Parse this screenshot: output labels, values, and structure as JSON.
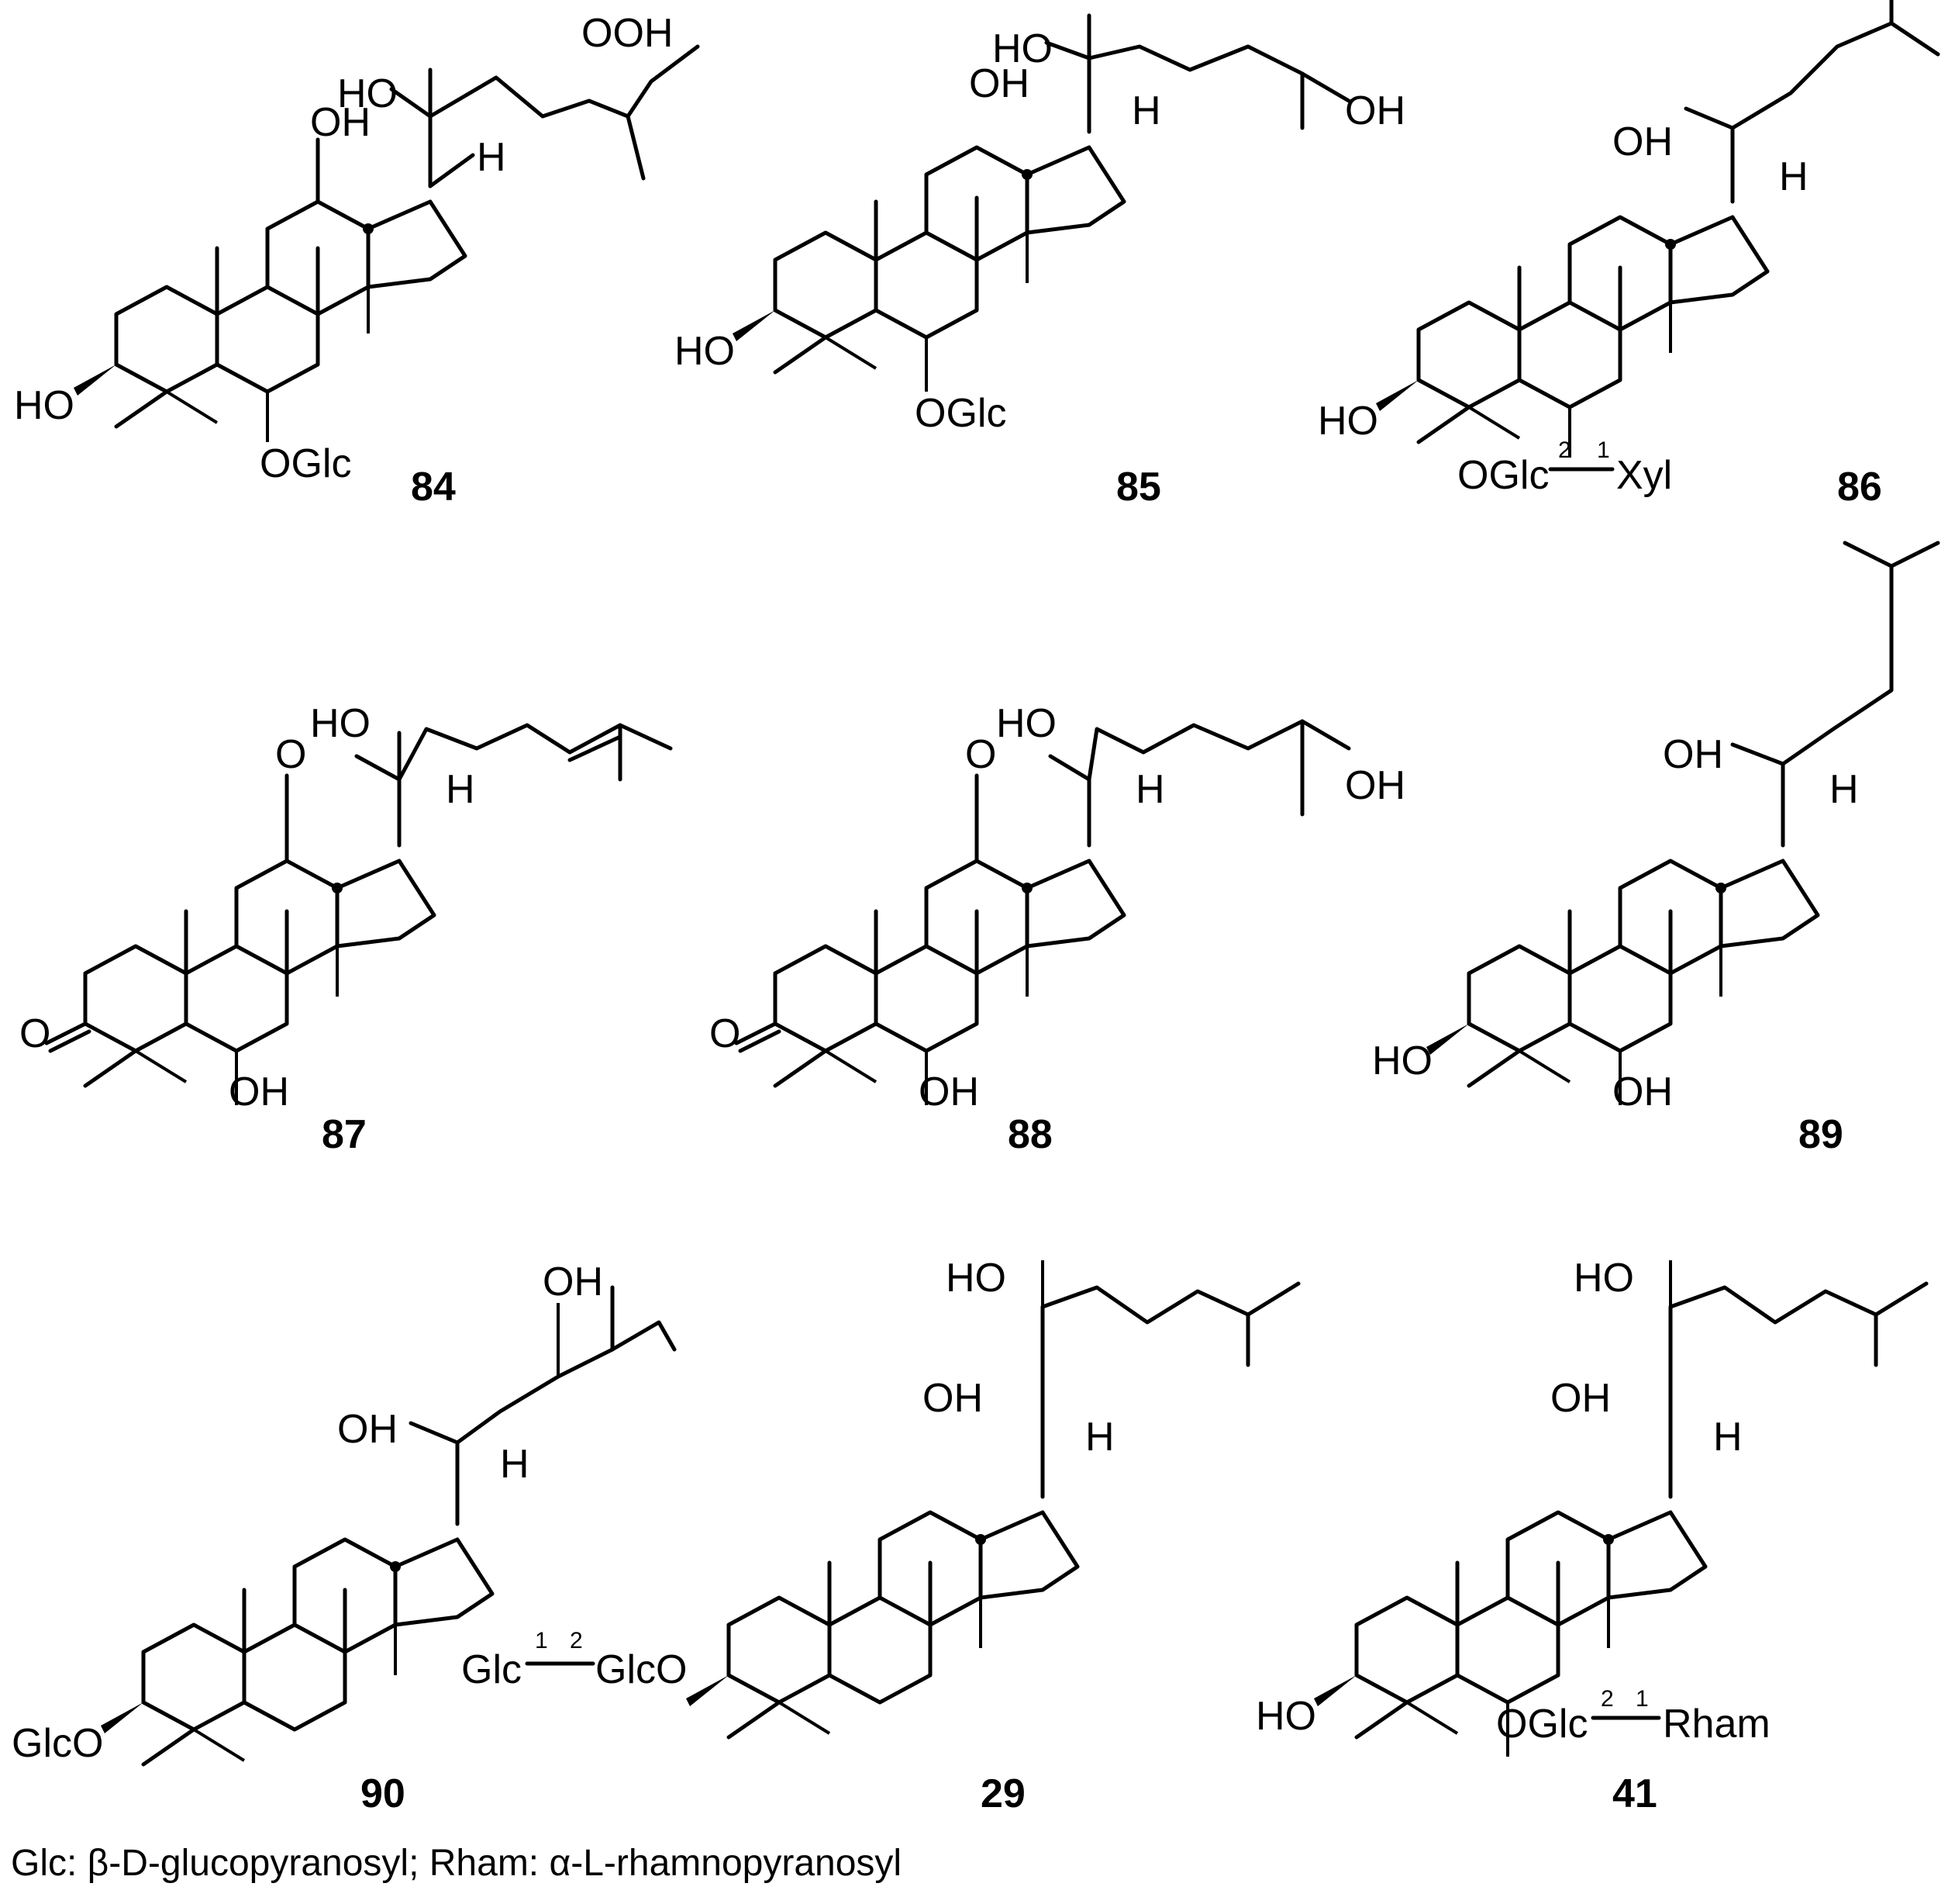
{
  "compounds": [
    {
      "id": "84",
      "substituents": {
        "c3": "HO",
        "c6": "OGlc",
        "c12": "OH",
        "c20": "HO",
        "c17h": "H",
        "side": "OOH"
      }
    },
    {
      "id": "85",
      "substituents": {
        "c3": "HO",
        "c6": "OGlc",
        "c12": "OH",
        "c20": "HO",
        "c17h": "H",
        "side": "OH"
      }
    },
    {
      "id": "86",
      "substituents": {
        "c3": "HO",
        "c6": "OGlc",
        "c6_link_a": "2",
        "c6_link_b": "1",
        "c6_sugar2": "Xyl",
        "c12": "OH",
        "c17h": "H"
      }
    },
    {
      "id": "87",
      "substituents": {
        "c3": "O",
        "c6": "OH",
        "c12": "O",
        "c20": "HO",
        "c17h": "H"
      }
    },
    {
      "id": "88",
      "substituents": {
        "c3": "O",
        "c6": "OH",
        "c12": "O",
        "c20": "HO",
        "c17h": "H",
        "side": "OH"
      }
    },
    {
      "id": "89",
      "substituents": {
        "c3": "HO",
        "c6": "OH",
        "c12": "OH",
        "c17h": "H"
      }
    },
    {
      "id": "90",
      "substituents": {
        "c3": "GlcO",
        "c12": "OH",
        "c17h": "H",
        "side": "OH"
      }
    },
    {
      "id": "29",
      "substituents": {
        "c3": "GlcO",
        "c3_sugar2": "Glc",
        "c3_link_a": "1",
        "c3_link_b": "2",
        "c12": "OH",
        "c20": "HO",
        "c17h": "H"
      }
    },
    {
      "id": "41",
      "substituents": {
        "c3": "HO",
        "c6": "OGlc",
        "c6_link_a": "2",
        "c6_link_b": "1",
        "c6_sugar2": "Rham",
        "c12": "OH",
        "c20": "HO",
        "c17h": "H"
      }
    }
  ],
  "footnote": "Glc: β-D-glucopyranosyl;  Rham: α-L-rhamnopyranosyl"
}
